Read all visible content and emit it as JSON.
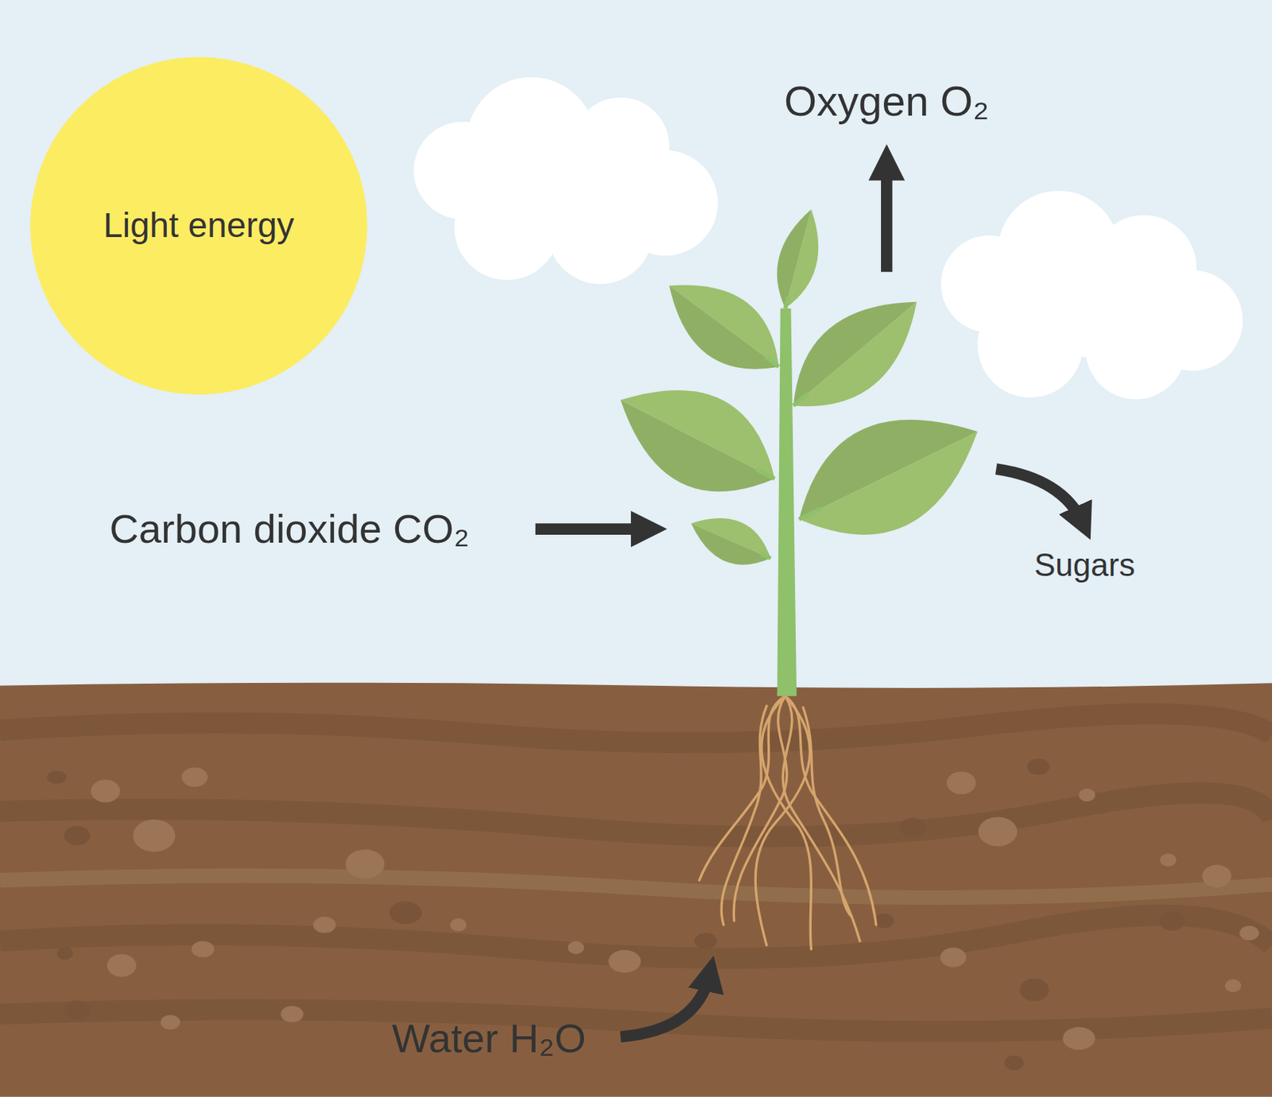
{
  "diagram": {
    "nodes": [
      {
        "text": [
          "Light energy"
        ]
      }
    ],
    "labels": [
      "Oxygen O₂",
      "Carbon dioxide CO₂",
      "Sugars",
      "Water H₂O"
    ]
  }
}
